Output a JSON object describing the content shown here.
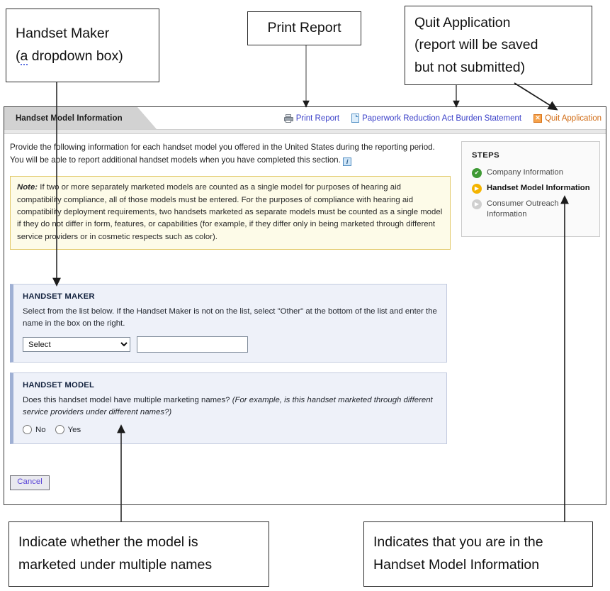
{
  "annotations": {
    "handset_maker": {
      "line1": "Handset Maker",
      "line2_pre": "(",
      "line2_mark": "a",
      "line2_post": " dropdown box)"
    },
    "print_report": {
      "line1": "Print Report"
    },
    "quit_application": {
      "line1": "Quit Application",
      "line2": "(report will be saved",
      "line3": "but not submitted)"
    },
    "handset_model": {
      "line1": "Indicate whether the model is",
      "line2": "marketed under multiple names"
    },
    "steps_pointer": {
      "line1": "Indicates that you are in the",
      "line2": "Handset Model Information"
    }
  },
  "app": {
    "tab_title": "Handset Model Information",
    "header_links": [
      {
        "label": "Print Report",
        "icon": "printer-icon",
        "color": "#3b41c9"
      },
      {
        "label": "Paperwork Reduction Act Burden Statement",
        "icon": "document-icon",
        "color": "#3b41c9"
      },
      {
        "label": "Quit Application",
        "icon": "close-box-icon",
        "color": "#d06a12"
      }
    ],
    "intro": "Provide the following information for each handset model you offered in the United States during the reporting period. You will be able to report additional handset models when you have completed this section.",
    "info_icon_glyph": "i",
    "note": {
      "label": "Note:",
      "text": " If two or more separately marketed models are counted as a single model for purposes of hearing aid compatibility compliance, all of those models must be entered.  For the purposes of compliance with hearing aid compatibility deployment requirements, two handsets marketed as separate models must be counted as a single model if they do not differ in form, features, or capabilities (for example, if they differ only in being marketed through different service providers or in cosmetic respects such as color).",
      "bg_color": "#fdfbe8",
      "border_color": "#e2c96a"
    },
    "steps": {
      "title": "STEPS",
      "items": [
        {
          "label": "Company Information",
          "state": "done",
          "glyph": "✔",
          "color": "#3f9a35"
        },
        {
          "label": "Handset Model Information",
          "state": "current",
          "glyph": "▶",
          "color": "#f4b400"
        },
        {
          "label": "Consumer Outreach Information",
          "state": "todo",
          "glyph": "▶",
          "color": "#cfcfcf"
        }
      ]
    },
    "handset_maker_section": {
      "title": "HANDSET MAKER",
      "description": "Select from the list below. If the Handset Maker is not on the list, select \"Other\" at the bottom of the list and enter the name in the box on the right.",
      "select_value": "Select",
      "select_options": [
        "Select"
      ],
      "text_value": "",
      "text_placeholder": ""
    },
    "handset_model_section": {
      "title": "HANDSET MODEL",
      "question": "Does this handset model have multiple marketing names? ",
      "question_italic": "(For example, is this handset marketed through different service providers under different names?)",
      "radio_no": "No",
      "radio_yes": "Yes"
    },
    "cancel_label": "Cancel"
  }
}
